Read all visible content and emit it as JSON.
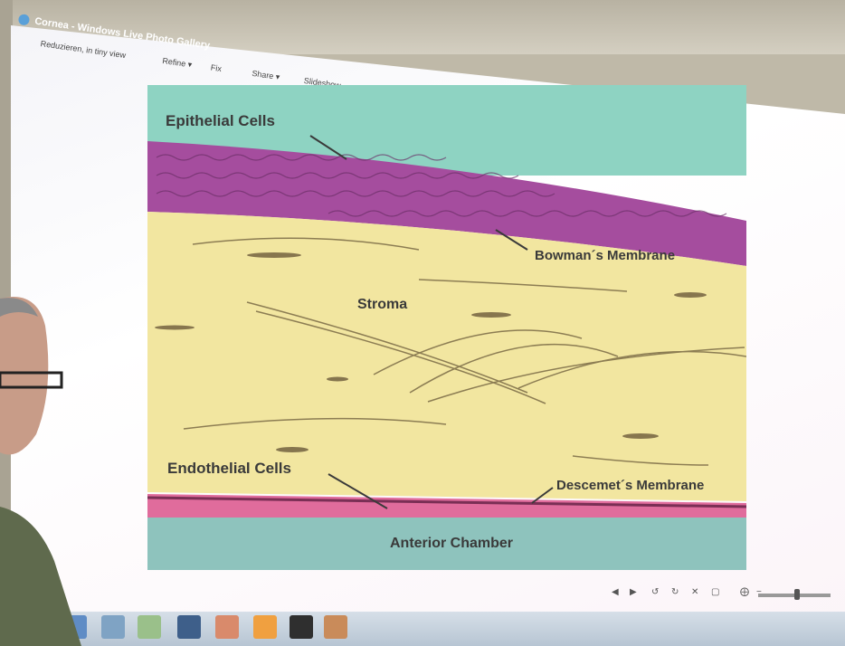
{
  "window": {
    "title": "Cornea - Windows Live Photo Gallery"
  },
  "menu": {
    "items": [
      "Reduzieren, in tiny view",
      "Refine ▾",
      "Fix",
      "Share ▾",
      "Slideshow"
    ]
  },
  "slide": {
    "labels": {
      "epithelial": "Epithelial Cells",
      "bowman": "Bowman´s Membrane",
      "stroma": "Stroma",
      "endothelial": "Endothelial Cells",
      "descemet": "Descemet´s Membrane",
      "anterior": "Anterior Chamber"
    },
    "colors": {
      "top": "#8ed3c2",
      "epithelium": "#a54d9e",
      "stroma": "#f2e6a0",
      "endothelium": "#e06c9c",
      "chamber": "#8ec3bd"
    }
  },
  "viewer_toolbar": {
    "icons": [
      "first-icon",
      "previous-icon",
      "rotate-left-icon",
      "rotate-right-icon",
      "delete-icon",
      "slideshow-icon",
      "fit-icon",
      "zoom-out-icon"
    ]
  },
  "taskbar": {
    "icons": [
      "photo-gallery-icon",
      "folder-icon",
      "image-icon",
      "media-icon",
      "powerpoint-icon",
      "vlc-icon",
      "music-icon",
      "gallery-icon"
    ]
  }
}
